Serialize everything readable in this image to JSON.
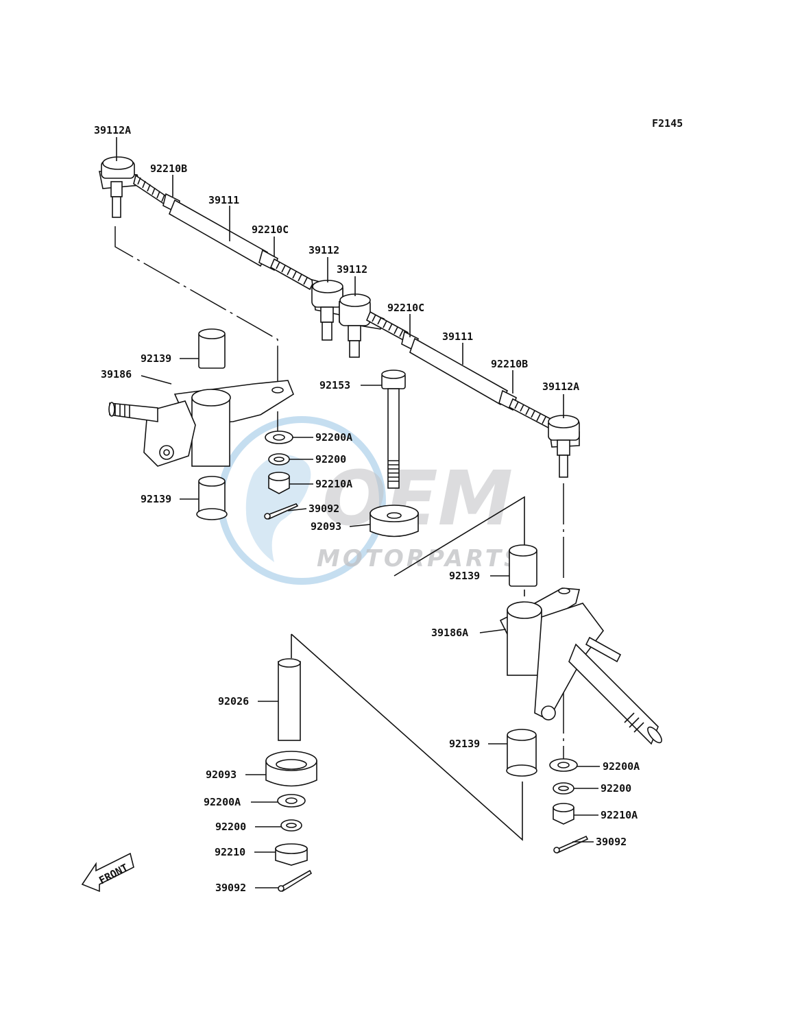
{
  "figure_code": "F2145",
  "front_label": "FRONT",
  "watermark": {
    "brand": "OEM",
    "sub": "MOTORPARTS",
    "color_blue": "#2d86c9",
    "color_grey": "#8a8d93"
  },
  "parts": {
    "tie_rod_end_a_left": "39112A",
    "locknut_b_left": "92210B",
    "tie_rod_left": "39111",
    "locknut_c_left": "92210C",
    "tie_rod_end_center_1": "39112",
    "tie_rod_end_center_2": "39112",
    "locknut_c_right": "92210C",
    "tie_rod_right": "39111",
    "locknut_b_right": "92210B",
    "tie_rod_end_a_right": "39112A",
    "bushing_upper_left": "92139",
    "knuckle_left": "39186",
    "bolt": "92153",
    "washer_a_left": "92200A",
    "washer_left": "92200",
    "nut_a_left": "92210A",
    "bushing_lower_left": "92139",
    "cotter_pin_left": "39092",
    "collar_upper": "92093",
    "bushing_upper_right": "92139",
    "knuckle_right": "39186A",
    "sleeve": "92026",
    "bushing_lower_right": "92139",
    "collar_lower": "92093",
    "washer_a_right": "92200A",
    "washer_a_bottom": "92200A",
    "washer_right": "92200",
    "washer_bottom": "92200",
    "nut_a_right": "92210A",
    "nut_bottom": "92210",
    "cotter_pin_right": "39092",
    "cotter_pin_bottom": "39092"
  }
}
